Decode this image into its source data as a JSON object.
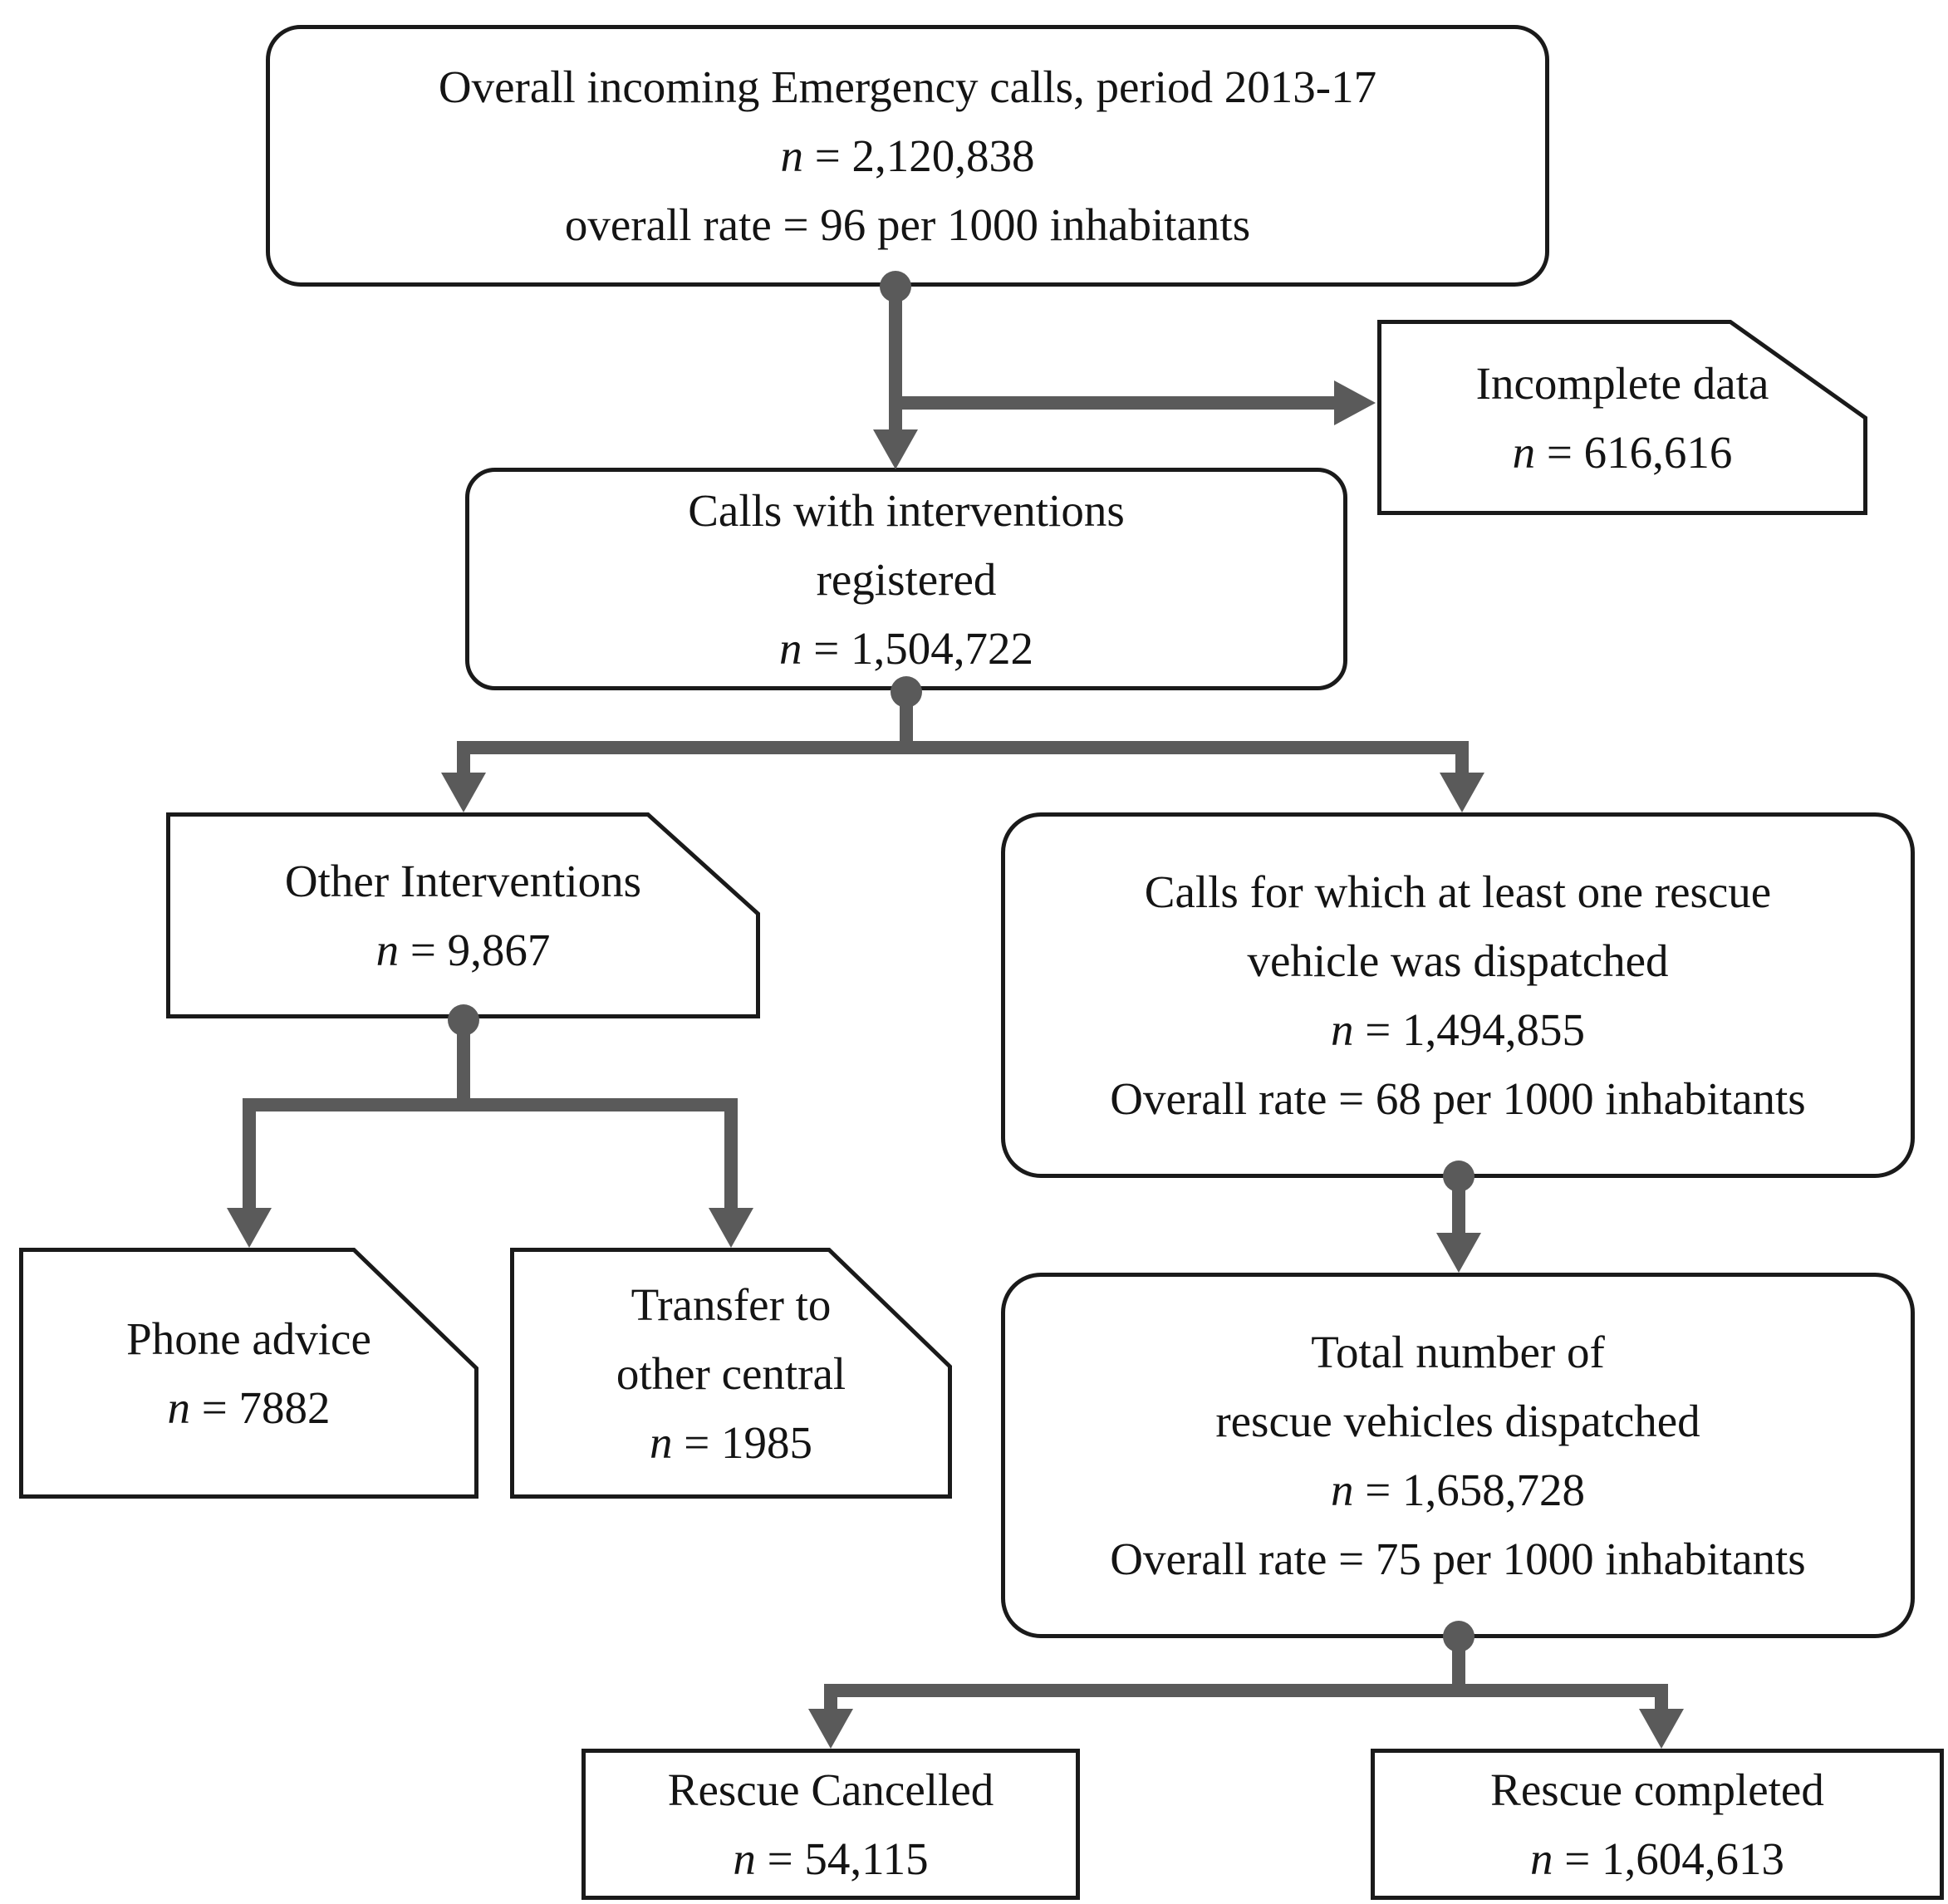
{
  "diagram": {
    "type": "flowchart",
    "colors": {
      "border": "#1a1a1a",
      "connector": "#5a5a5a",
      "background": "#ffffff",
      "text": "#141414"
    },
    "nodes": {
      "overall": {
        "lines": [
          "Overall incoming Emergency calls, period 2013-17",
          "n = 2,120,838",
          "overall rate = 96  per 1000 inhabitants"
        ]
      },
      "incomplete": {
        "lines": [
          "Incomplete data",
          "n = 616,616"
        ]
      },
      "registered": {
        "lines": [
          "Calls with interventions",
          "registered",
          "n = 1,504,722"
        ]
      },
      "other": {
        "lines": [
          "Other Interventions",
          "n = 9,867"
        ]
      },
      "dispatched_calls": {
        "lines": [
          "Calls for which at least one rescue",
          "vehicle was dispatched",
          "n = 1,494,855",
          "Overall rate = 68 per 1000 inhabitants"
        ]
      },
      "phone": {
        "lines": [
          "Phone advice",
          "n = 7882"
        ]
      },
      "transfer": {
        "lines": [
          "Transfer to",
          "other central",
          "n = 1985"
        ]
      },
      "total_vehicles": {
        "lines": [
          "Total number of",
          "rescue vehicles dispatched",
          "n = 1,658,728",
          "Overall rate = 75 per 1000 inhabitants"
        ]
      },
      "cancelled": {
        "lines": [
          "Rescue Cancelled",
          "n = 54,115"
        ]
      },
      "completed": {
        "lines": [
          "Rescue completed",
          "n = 1,604,613"
        ]
      }
    }
  }
}
